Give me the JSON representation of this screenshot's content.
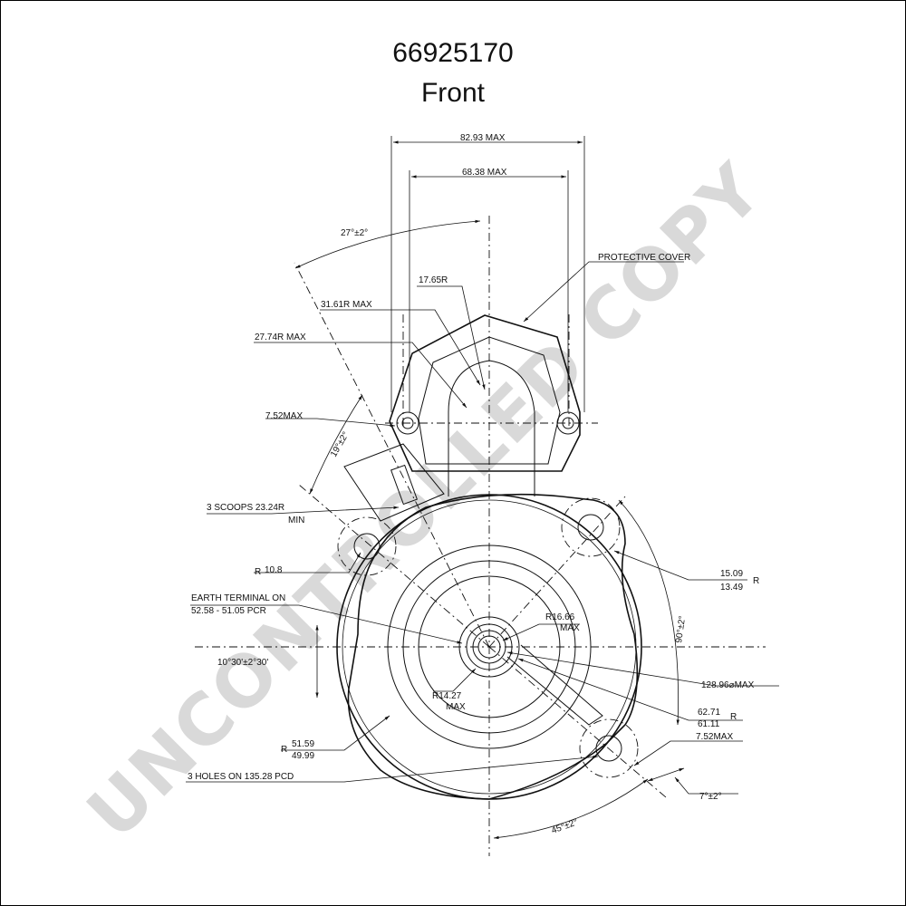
{
  "drawing": {
    "part_number": "66925170",
    "view": "Front",
    "watermark": "UNCONTROLLED COPY"
  },
  "dimensions": {
    "width_outer": "82.93 MAX",
    "width_inner": "68.38 MAX",
    "angle_top": "27°±2°",
    "protective_cover": "PROTECTIVE COVER",
    "r_17_65": "17.65R",
    "r_31_61": "31.61R MAX",
    "r_27_74": "27.74R MAX",
    "d_7_52": "7.52MAX",
    "angle_19": "19°±2°",
    "scoops_line1": "3 SCOOPS 23.24R",
    "scoops_line2": "MIN",
    "r_prefix": "R",
    "r_10_8": "10.8",
    "r_15_upper": "15.09",
    "r_15_lower": "13.49",
    "r_suffix": "R",
    "earth_line1": "EARTH TERMINAL ON",
    "earth_line2": "52.58 - 51.05 PCR",
    "r_16_66_line1": "R16.66",
    "r_16_66_line2": "MAX",
    "angle_90": "90°±2°",
    "angle_10": "10°30'±2°30'",
    "dia_128": "128.96⌀MAX",
    "r_14_27_line1": "R14.27",
    "r_14_27_line2": "MAX",
    "r_62_upper": "62.71",
    "r_62_lower": "61.11",
    "r_62_suffix": "R",
    "d_7_52_b": "7.52MAX",
    "r_51_prefix": "R",
    "r_51_upper": "51.59",
    "r_51_lower": "49.99",
    "holes": "3 HOLES ON 135.28 PCD",
    "angle_7": "7°±2°",
    "angle_45": "45°±2°"
  }
}
